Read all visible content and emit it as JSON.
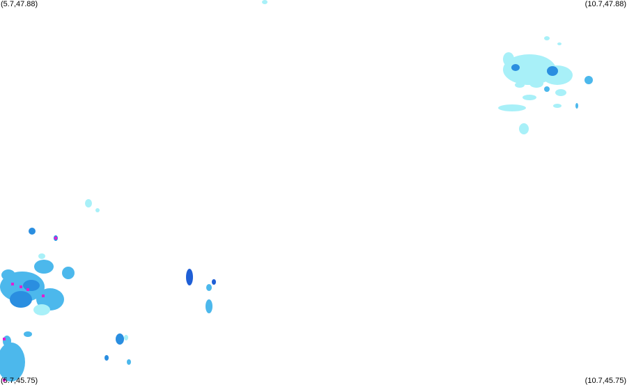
{
  "corners": {
    "top_left": "(5.7,47.88)",
    "top_right": "(10.7,47.88)",
    "bottom_left": "(5.7,45.75)",
    "bottom_right": "(10.7,45.75)"
  },
  "colors": {
    "background": "#ffffff",
    "light": "#a8f0f8",
    "medium": "#4cb8ec",
    "strong": "#2a8ee0",
    "intense": "#1f5fd6",
    "extreme": "#e020d0"
  }
}
